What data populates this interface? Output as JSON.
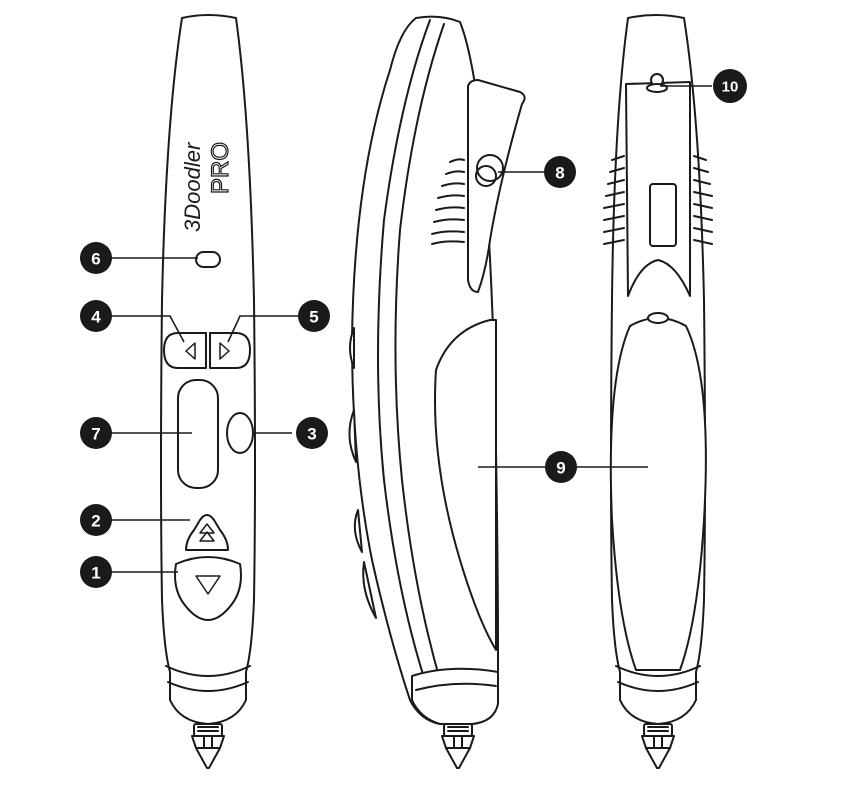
{
  "logo": {
    "brand": "3Doodler",
    "model": "PRO"
  },
  "callouts": [
    {
      "number": "1"
    },
    {
      "number": "2"
    },
    {
      "number": "3"
    },
    {
      "number": "4"
    },
    {
      "number": "5"
    },
    {
      "number": "6"
    },
    {
      "number": "7"
    },
    {
      "number": "8"
    },
    {
      "number": "9"
    },
    {
      "number": "10"
    }
  ],
  "colors": {
    "ink": "#1a1a1a",
    "background": "#ffffff"
  }
}
